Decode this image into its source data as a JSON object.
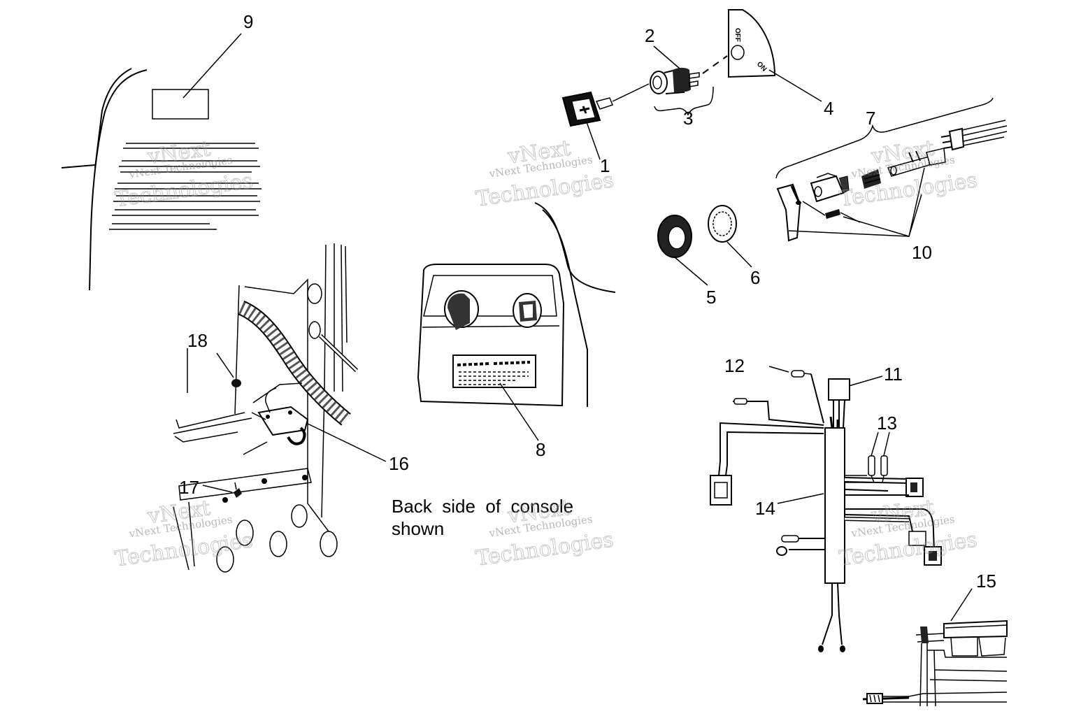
{
  "callouts": {
    "c1": "1",
    "c2": "2",
    "c3": "3",
    "c4": "4",
    "c5": "5",
    "c6": "6",
    "c7": "7",
    "c8": "8",
    "c9": "9",
    "c10": "10",
    "c11": "11",
    "c12": "12",
    "c13": "13",
    "c14": "14",
    "c15": "15",
    "c16": "16",
    "c17": "17",
    "c18": "18"
  },
  "caption": {
    "line1": "Back  side  of  console",
    "line2": "shown"
  },
  "switch_plate": {
    "off": "OFF",
    "on": "ON"
  },
  "watermark": {
    "company": "vNext Technologies",
    "word1": "vNext",
    "word2": "Technologies"
  }
}
